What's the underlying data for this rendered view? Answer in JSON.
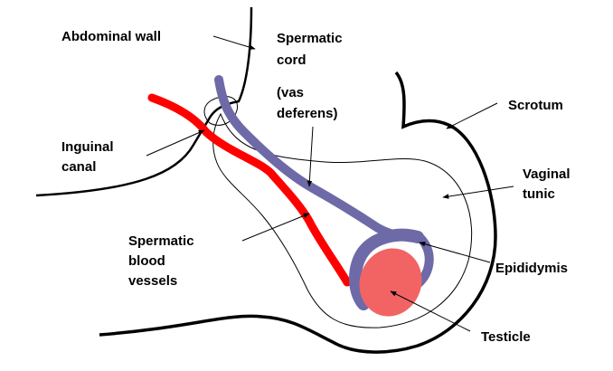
{
  "labels": {
    "abdominal_wall": "Abdominal wall",
    "spermatic_cord_1": "Spermatic",
    "spermatic_cord_2": "cord",
    "vas_deferens_1": "(vas",
    "vas_deferens_2": "deferens)",
    "scrotum": "Scrotum",
    "inguinal_canal_1": "Inguinal",
    "inguinal_canal_2": "canal",
    "vaginal_tunic_1": "Vaginal",
    "vaginal_tunic_2": "tunic",
    "blood_vessels_1": "Spermatic",
    "blood_vessels_2": "blood",
    "blood_vessels_3": "vessels",
    "epididymis": "Epididymis",
    "testicle": "Testicle"
  },
  "colors": {
    "outline": "#000000",
    "blood_vessels": "#ff0000",
    "vas_deferens": "#6e6aa8",
    "testicle": "#f26464"
  }
}
